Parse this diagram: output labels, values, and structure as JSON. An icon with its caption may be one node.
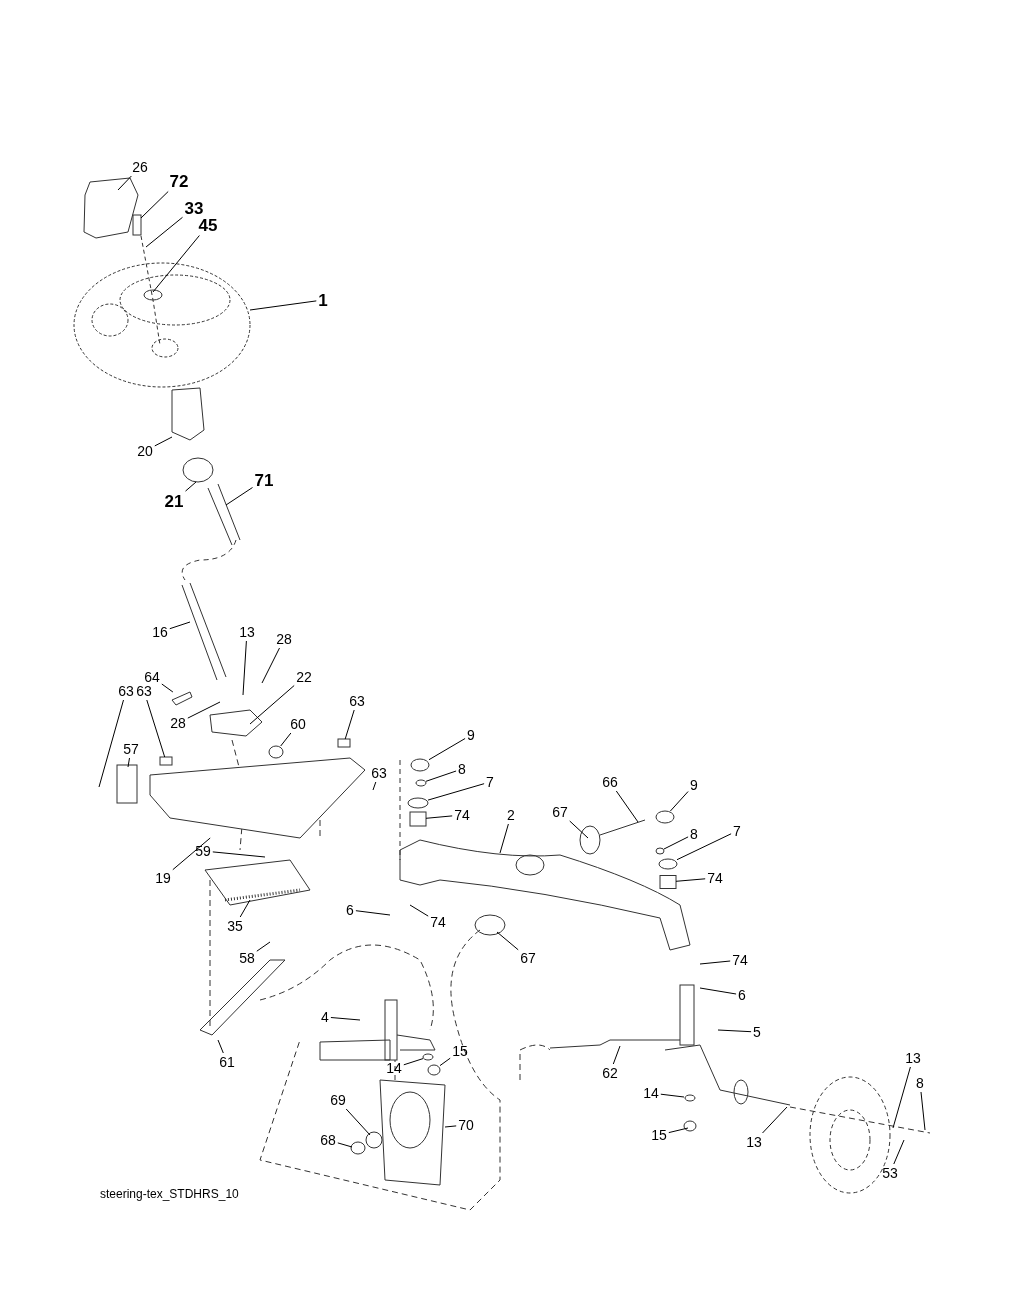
{
  "diagram": {
    "nodes": [
      {
        "text": [
          "26"
        ]
      },
      {
        "text": [
          "72"
        ]
      },
      {
        "text": [
          "33"
        ]
      },
      {
        "text": [
          "45"
        ]
      },
      {
        "text": [
          "1"
        ]
      },
      {
        "text": [
          "20"
        ]
      },
      {
        "text": [
          "21"
        ]
      },
      {
        "text": [
          "71"
        ]
      },
      {
        "text": [
          "16"
        ]
      },
      {
        "text": [
          "13"
        ]
      },
      {
        "text": [
          "28"
        ]
      },
      {
        "text": [
          "64"
        ]
      },
      {
        "text": [
          "28"
        ]
      },
      {
        "text": [
          "22"
        ]
      },
      {
        "text": [
          "63"
        ]
      },
      {
        "text": [
          "63"
        ]
      },
      {
        "text": [
          "57"
        ]
      },
      {
        "text": [
          "60"
        ]
      },
      {
        "text": [
          "63"
        ]
      },
      {
        "text": [
          "63"
        ]
      },
      {
        "text": [
          "19"
        ]
      },
      {
        "text": [
          "59"
        ]
      },
      {
        "text": [
          "35"
        ]
      },
      {
        "text": [
          "58"
        ]
      },
      {
        "text": [
          "61"
        ]
      },
      {
        "text": [
          "9"
        ]
      },
      {
        "text": [
          "8"
        ]
      },
      {
        "text": [
          "7"
        ]
      },
      {
        "text": [
          "74"
        ]
      },
      {
        "text": [
          "2"
        ]
      },
      {
        "text": [
          "67"
        ]
      },
      {
        "text": [
          "66"
        ]
      },
      {
        "text": [
          "9"
        ]
      },
      {
        "text": [
          "8"
        ]
      },
      {
        "text": [
          "7"
        ]
      },
      {
        "text": [
          "74"
        ]
      },
      {
        "text": [
          "6"
        ]
      },
      {
        "text": [
          "74"
        ]
      },
      {
        "text": [
          "67"
        ]
      },
      {
        "text": [
          "74"
        ]
      },
      {
        "text": [
          "6"
        ]
      },
      {
        "text": [
          "4"
        ]
      },
      {
        "text": [
          "5"
        ]
      },
      {
        "text": [
          "62"
        ]
      },
      {
        "text": [
          "14"
        ]
      },
      {
        "text": [
          "15"
        ]
      },
      {
        "text": [
          "14"
        ]
      },
      {
        "text": [
          "15"
        ]
      },
      {
        "text": [
          "13"
        ]
      },
      {
        "text": [
          "13"
        ]
      },
      {
        "text": [
          "8"
        ]
      },
      {
        "text": [
          "53"
        ]
      },
      {
        "text": [
          "69"
        ]
      },
      {
        "text": [
          "68"
        ]
      },
      {
        "text": [
          "70"
        ]
      },
      {
        "text": [],
        "shape": "picture"
      },
      {
        "text": [],
        "shape": "box"
      },
      {
        "text": [],
        "shape": "picture"
      },
      {
        "text": [],
        "shape": "circle"
      },
      {
        "text": [],
        "shape": "circle"
      },
      {
        "text": [],
        "shape": "circle"
      },
      {
        "text": [],
        "shape": "circle"
      },
      {
        "text": [],
        "shape": "circle"
      },
      {
        "text": [],
        "shape": "box"
      },
      {
        "text": [],
        "shape": "circle"
      },
      {
        "text": [],
        "shape": "box"
      },
      {
        "text": [],
        "shape": "circle"
      },
      {
        "text": [],
        "shape": "circle"
      },
      {
        "text": [],
        "shape": "circle"
      },
      {
        "text": [],
        "shape": "box"
      }
    ],
    "edges": [
      {
        "from": 0,
        "to": null,
        "arrow": "none"
      },
      {
        "from": 1,
        "to": null,
        "arrow": "none"
      },
      {
        "from": 2,
        "to": null,
        "arrow": "none"
      },
      {
        "from": 3,
        "to": null,
        "arrow": "none"
      },
      {
        "from": 4,
        "to": null,
        "arrow": "none"
      },
      {
        "from": 5,
        "to": null,
        "arrow": "none"
      },
      {
        "from": 6,
        "to": null,
        "arrow": "none"
      },
      {
        "from": 7,
        "to": null,
        "arrow": "none"
      },
      {
        "from": 8,
        "to": null,
        "arrow": "none"
      },
      {
        "from": 9,
        "to": null,
        "arrow": "none"
      },
      {
        "from": 10,
        "to": null,
        "arrow": "none"
      },
      {
        "from": 11,
        "to": 55,
        "arrow": "none"
      },
      {
        "from": 12,
        "to": null,
        "arrow": "none"
      },
      {
        "from": 13,
        "to": null,
        "arrow": "none"
      },
      {
        "from": 14,
        "to": null,
        "arrow": "none"
      },
      {
        "from": 15,
        "to": 56,
        "arrow": "none"
      },
      {
        "from": 16,
        "to": null,
        "arrow": "none"
      },
      {
        "from": 17,
        "to": 62,
        "arrow": "none"
      },
      {
        "from": 18,
        "to": 63,
        "arrow": "none"
      },
      {
        "from": 19,
        "to": null,
        "arrow": "none"
      },
      {
        "from": 20,
        "to": 57,
        "arrow": "none"
      },
      {
        "from": 21,
        "to": null,
        "arrow": "none"
      },
      {
        "from": 22,
        "to": null,
        "arrow": "none"
      },
      {
        "from": 23,
        "to": null,
        "arrow": "none"
      },
      {
        "from": 24,
        "to": null,
        "arrow": "none"
      },
      {
        "from": 25,
        "to": 58,
        "arrow": "none"
      },
      {
        "from": 26,
        "to": 64,
        "arrow": "none"
      },
      {
        "from": 27,
        "to": 59,
        "arrow": "none"
      },
      {
        "from": 28,
        "to": 65,
        "arrow": "none"
      },
      {
        "from": 29,
        "to": null,
        "arrow": "none"
      },
      {
        "from": 30,
        "to": null,
        "arrow": "none"
      },
      {
        "from": 31,
        "to": null,
        "arrow": "none"
      },
      {
        "from": 32,
        "to": 60,
        "arrow": "none"
      },
      {
        "from": 33,
        "to": 68,
        "arrow": "none"
      },
      {
        "from": 34,
        "to": 66,
        "arrow": "none"
      },
      {
        "from": 35,
        "to": 69,
        "arrow": "none"
      },
      {
        "from": 36,
        "to": null,
        "arrow": "none"
      },
      {
        "from": 37,
        "to": null,
        "arrow": "none"
      },
      {
        "from": 38,
        "to": null,
        "arrow": "none"
      },
      {
        "from": 39,
        "to": null,
        "arrow": "none"
      },
      {
        "from": 40,
        "to": null,
        "arrow": "none"
      },
      {
        "from": 41,
        "to": null,
        "arrow": "none"
      },
      {
        "from": 42,
        "to": null,
        "arrow": "none"
      },
      {
        "from": 43,
        "to": null,
        "arrow": "none"
      },
      {
        "from": 44,
        "to": 61,
        "arrow": "none"
      },
      {
        "from": 45,
        "to": 67,
        "arrow": "none"
      },
      {
        "from": 46,
        "to": null,
        "arrow": "none"
      },
      {
        "from": 47,
        "to": null,
        "arrow": "none"
      },
      {
        "from": 48,
        "to": null,
        "arrow": "none"
      },
      {
        "from": 49,
        "to": null,
        "arrow": "none"
      },
      {
        "from": 50,
        "to": null,
        "arrow": "none"
      },
      {
        "from": 51,
        "to": null,
        "arrow": "none"
      },
      {
        "from": 52,
        "to": null,
        "arrow": "none"
      },
      {
        "from": 53,
        "to": null,
        "arrow": "none"
      },
      {
        "from": 54,
        "to": null,
        "arrow": "none"
      }
    ],
    "labels": [
      "steering-tex_STDHRS_10"
    ]
  }
}
